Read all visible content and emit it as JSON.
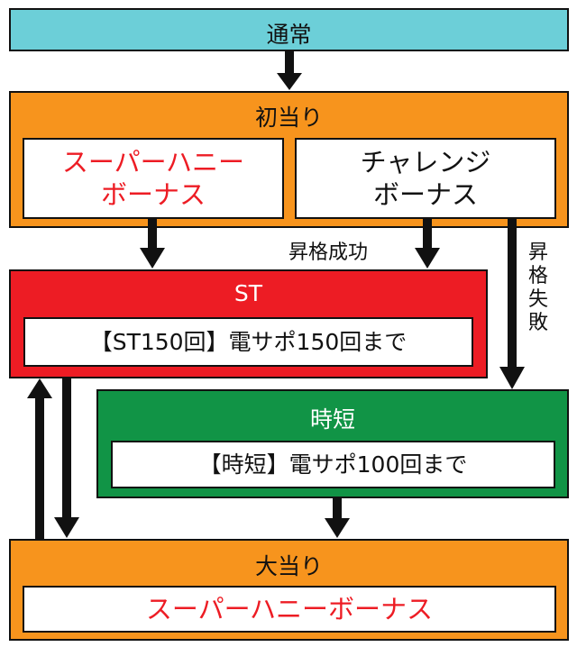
{
  "colors": {
    "normal": "#6ccfd8",
    "orange": "#f7941d",
    "st": "#ed1c24",
    "jitan": "#119446",
    "red_text": "#ed1c24",
    "arrow": "#111111"
  },
  "normal": {
    "title": "通常"
  },
  "first_hit": {
    "title": "初当り",
    "left_line1": "スーパーハニー",
    "left_line2": "ボーナス",
    "right_line1": "チャレンジ",
    "right_line2": "ボーナス"
  },
  "labels": {
    "promotion_success": "昇格成功",
    "promotion_fail": "昇格失敗"
  },
  "st": {
    "title": "ST",
    "detail": "【ST150回】電サポ150回まで"
  },
  "jitan": {
    "title": "時短",
    "detail": "【時短】電サポ100回まで"
  },
  "big_hit": {
    "title": "大当り",
    "detail": "スーパーハニーボーナス"
  }
}
